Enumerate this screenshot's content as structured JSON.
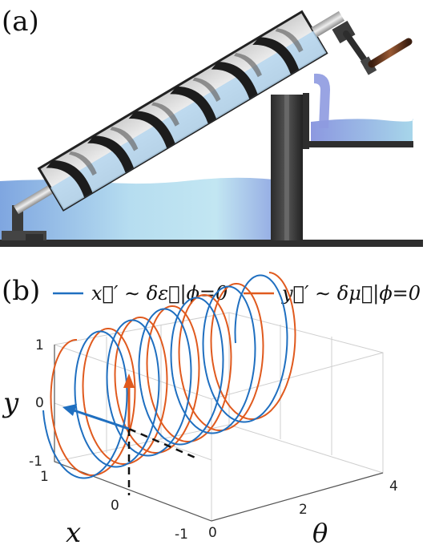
{
  "panel_a": {
    "label": "(a)"
  },
  "panel_b": {
    "label": "(b)",
    "legend": [
      {
        "text": "x⃗′ ∼ δε⃗|ϕ=0",
        "color": "#1f6fc0"
      },
      {
        "text": "y⃗′ ∼ δμ⃗|ϕ=0",
        "color": "#e05a1e"
      }
    ],
    "axes": {
      "y_label": "y",
      "x_label": "x",
      "theta_label": "θ",
      "y_ticks": [
        "1",
        "0",
        "-1"
      ],
      "x_ticks": [
        "1",
        "0",
        "-1"
      ],
      "theta_ticks": [
        "0",
        "2",
        "4"
      ]
    },
    "colors": {
      "blue": "#1f6fc0",
      "orange": "#e05a1e"
    },
    "chart_data": {
      "type": "line",
      "series": [
        {
          "name": "x⃗′ ∼ δε⃗|ϕ=0",
          "color": "#1f6fc0"
        },
        {
          "name": "y⃗′ ∼ δμ⃗|ϕ=0",
          "color": "#e05a1e"
        }
      ],
      "xlim": [
        -1,
        1
      ],
      "ylim": [
        -1,
        1
      ],
      "thetalim": [
        0,
        4
      ]
    }
  }
}
